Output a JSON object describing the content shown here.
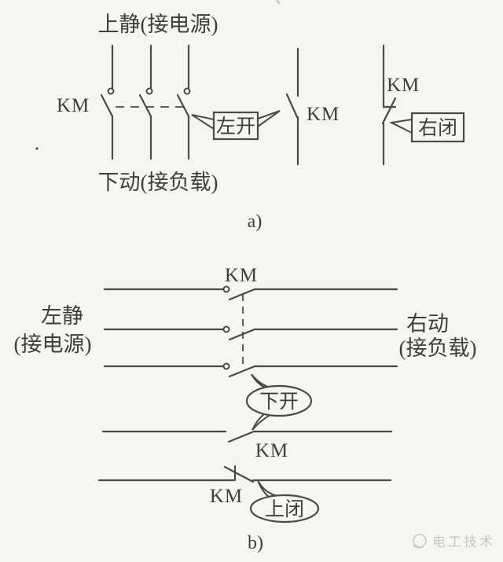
{
  "colors": {
    "background": "#f7f5f1",
    "line": "#4a4a45",
    "text": "#3f3e3a",
    "watermark": "#c7c6c3"
  },
  "section_a": {
    "top_terminal_label": "上静(接电源)",
    "bottom_terminal_label": "下动(接负载)",
    "main_contacts_label": "KM",
    "aux_no_label": "KM",
    "aux_nc_label": "KM",
    "callout_no": "左开",
    "callout_nc": "右闭",
    "caption": "a)"
  },
  "section_b": {
    "left_terminal_label_line1": "左静",
    "left_terminal_label_line2": "(接电源)",
    "right_terminal_label_line1": "右动",
    "right_terminal_label_line2": "(接负载)",
    "main_contacts_label": "KM",
    "aux_no_label": "KM",
    "aux_nc_label": "KM",
    "callout_no": "下开",
    "callout_nc": "上闭",
    "caption": "b)"
  },
  "watermark": {
    "text": "电工技术"
  }
}
